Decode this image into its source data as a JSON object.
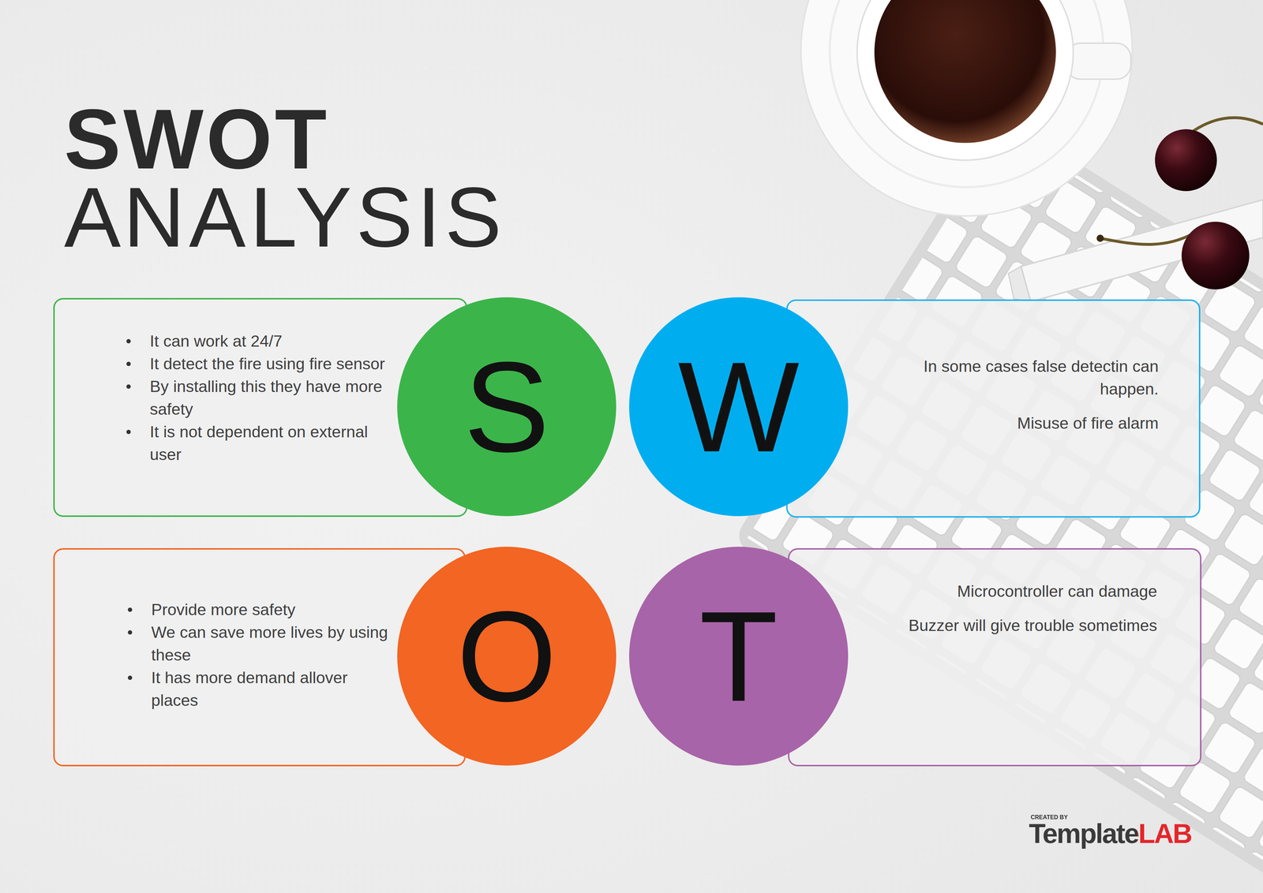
{
  "diagram": {
    "title": "SWOT ANALYSIS",
    "nodes": [
      {
        "text": [
          "It can work at 24/7",
          "It detect the fire using fire sensor",
          "By installing this they have more safety",
          "It is not dependent on external user"
        ]
      },
      {
        "text": [
          "S"
        ]
      },
      {
        "text": [
          "W"
        ]
      },
      {
        "text": [
          "In some cases false detectin can happen.",
          "Misuse of fire alarm"
        ]
      },
      {
        "text": [
          "Provide more safety",
          "We can save more lives by using these",
          "It has more demand allover places"
        ]
      },
      {
        "text": [
          "O"
        ]
      },
      {
        "text": [
          "T"
        ]
      },
      {
        "text": [
          "Microcontroller can damage",
          "Buzzer will give trouble sometimes"
        ]
      }
    ],
    "labels": [
      "CREATED BY",
      "TemplateLAB"
    ]
  }
}
